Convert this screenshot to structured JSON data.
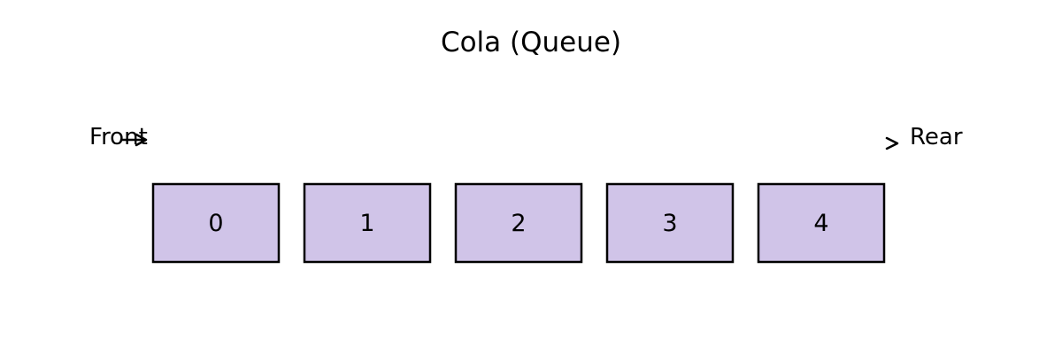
{
  "diagram": {
    "title": "Cola (Queue)",
    "front_label": "Front",
    "rear_label": "Rear",
    "cells": [
      {
        "label": "0"
      },
      {
        "label": "1"
      },
      {
        "label": "2"
      },
      {
        "label": "3"
      },
      {
        "label": "4"
      }
    ]
  },
  "colors": {
    "cell_fill": "#d0c4e8",
    "cell_stroke": "#000000",
    "arrow": "#000000",
    "text": "#000000",
    "background": "#ffffff"
  },
  "icons": {
    "front_pointer": "arrow-right-icon",
    "rear_pointer": "arrow-right-icon"
  }
}
